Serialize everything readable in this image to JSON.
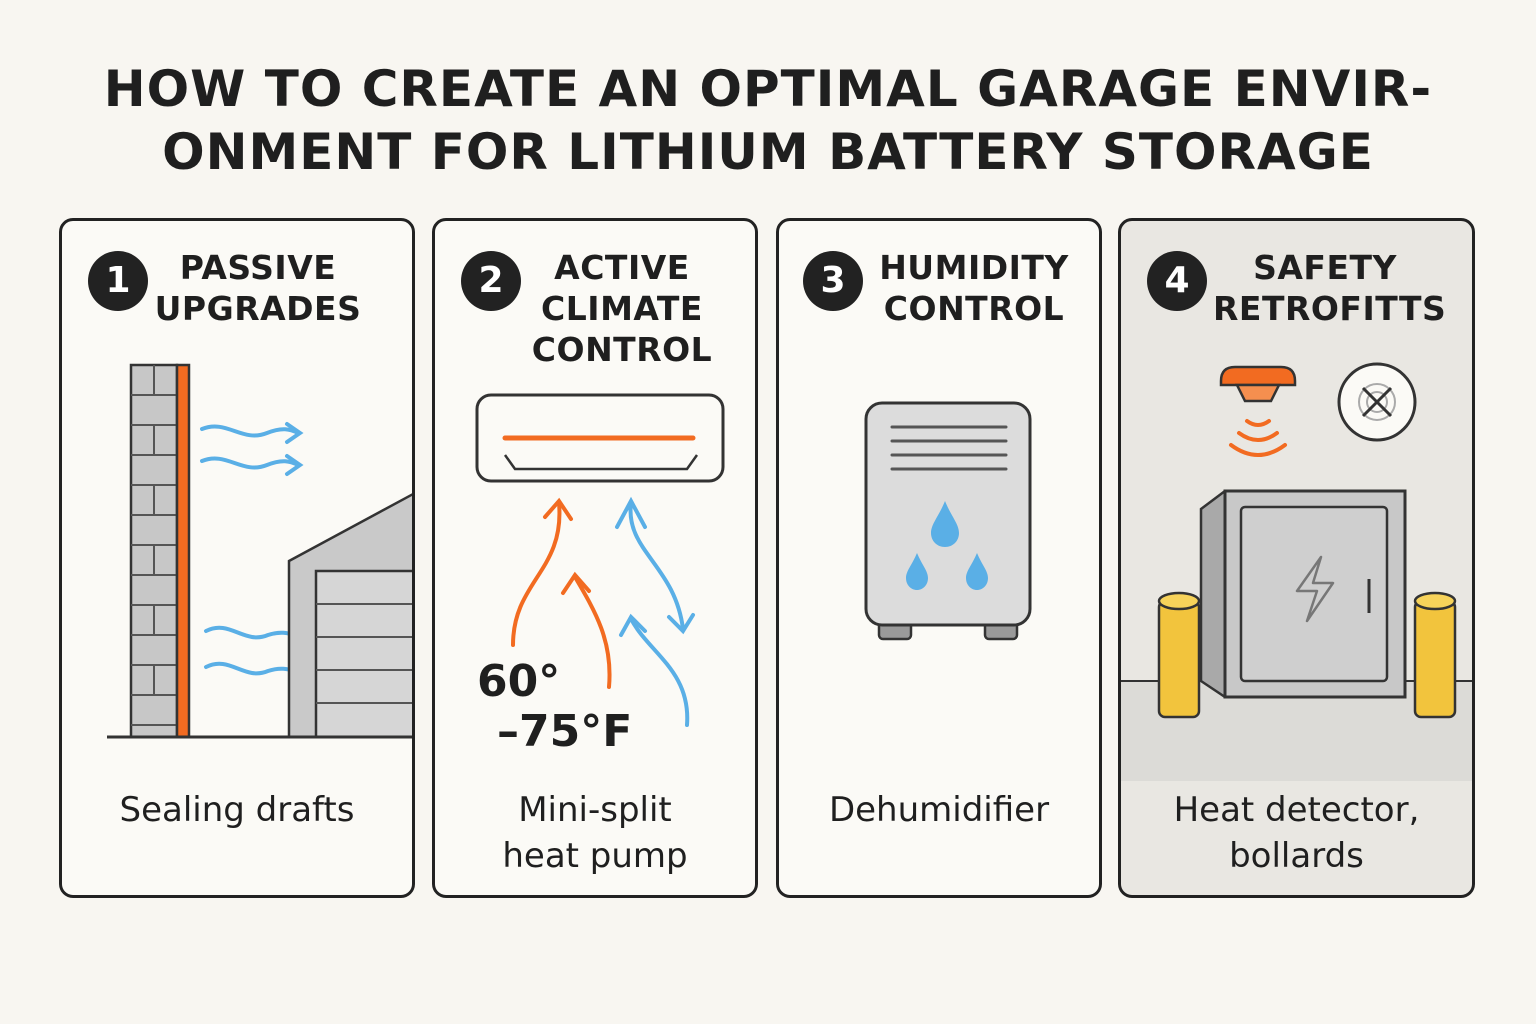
{
  "title": {
    "line1": "HOW TO CREATE AN OPTIMAL GARAGE ENVIR-",
    "line2": "ONMENT FOR LITHIUM BATTERY STORAGE"
  },
  "colors": {
    "accent_orange": "#f26b21",
    "air_blue": "#5aafe6",
    "bollard_yellow": "#f2c43d",
    "outline": "#222222"
  },
  "panels": [
    {
      "number": "1",
      "heading_lines": [
        "PASSIVE",
        "UPGRADES"
      ],
      "caption_lines": [
        "Sealing drafts"
      ],
      "icons": [
        "brick-wall-icon",
        "air-draft-icon",
        "garage-icon"
      ]
    },
    {
      "number": "2",
      "heading_lines": [
        "ACTIVE",
        "CLIMATE",
        "CONTROL"
      ],
      "caption_lines": [
        "Mini-split",
        "heat pump"
      ],
      "temp_lines": [
        "60°",
        "–75°F"
      ],
      "icons": [
        "mini-split-unit-icon",
        "warm-airflow-icon",
        "cool-airflow-icon"
      ]
    },
    {
      "number": "3",
      "heading_lines": [
        "HUMIDITY",
        "CONTROL"
      ],
      "caption_lines": [
        "Dehumidifier"
      ],
      "icons": [
        "dehumidifier-icon",
        "water-drop-icon"
      ]
    },
    {
      "number": "4",
      "heading_lines": [
        "SAFETY",
        "RETROFITTS"
      ],
      "caption_lines": [
        "Heat detector,",
        "bollards"
      ],
      "icons": [
        "heat-detector-icon",
        "no-signal-icon",
        "battery-cabinet-icon",
        "bollard-icon"
      ]
    }
  ]
}
